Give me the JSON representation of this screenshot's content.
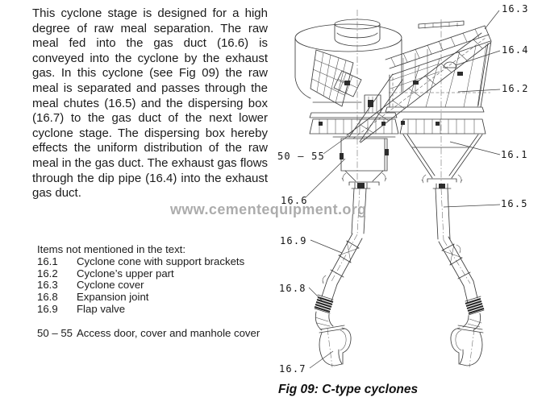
{
  "paragraph": {
    "text": "This cyclone stage is designed for a high degree of raw meal separation. The raw meal fed into the gas duct (16.6) is conveyed into the cyclone by the exhaust gas. In this cyclone (see Fig 09) the raw meal is separated and passes through the meal chutes (16.5) and the dispersing box (16.7) to the gas duct of the next lower cyclone stage. The dispersing box hereby effects the uniform distribution of the raw meal in the gas duct. The exhaust gas flows through the dip pipe (16.4) into the exhaust gas duct."
  },
  "items_list": {
    "heading": "Items not mentioned in the text:",
    "items": [
      {
        "number": "16.1",
        "label": "Cyclone cone with support brackets"
      },
      {
        "number": "16.2",
        "label": "Cyclone’s upper part"
      },
      {
        "number": "16.3",
        "label": "Cyclone cover"
      },
      {
        "number": "16.8",
        "label": "Expansion joint"
      },
      {
        "number": "16.9",
        "label": "Flap valve"
      }
    ],
    "note_number": "50 – 55",
    "note_label": "Access door, cover and manhole cover"
  },
  "watermark": {
    "text": "www.cementequipment.org",
    "color": "#a6a6a6"
  },
  "figure": {
    "caption": "Fig 09: C-type cyclones",
    "callouts": [
      {
        "label": "16.3"
      },
      {
        "label": "16.4"
      },
      {
        "label": "16.2"
      },
      {
        "label": "16.1"
      },
      {
        "label": "16.5"
      },
      {
        "label": "50 – 55"
      },
      {
        "label": "16.6"
      },
      {
        "label": "16.9"
      },
      {
        "label": "16.8"
      },
      {
        "label": "16.7"
      }
    ]
  }
}
